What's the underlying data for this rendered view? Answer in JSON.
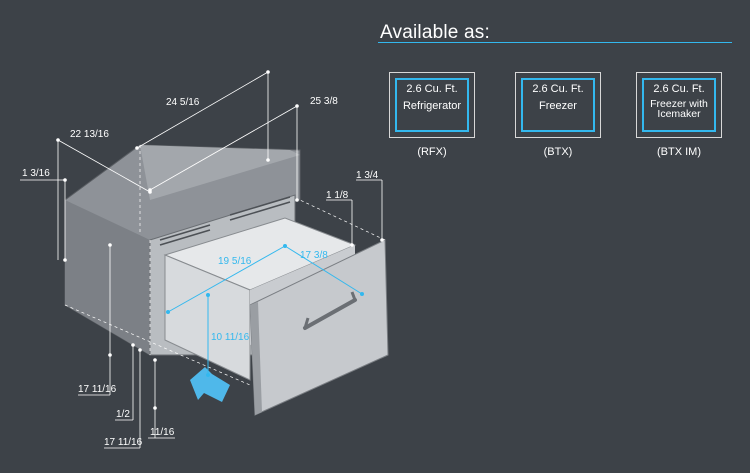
{
  "available_title": "Available as:",
  "models": [
    {
      "size": "2.6 Cu. Ft.",
      "type": "Refrigerator",
      "code": "(RFX)"
    },
    {
      "size": "2.6 Cu. Ft.",
      "type": "Freezer",
      "code": "(BTX)"
    },
    {
      "size": "2.6 Cu. Ft.",
      "type": "Freezer with Icemaker",
      "code": "(BTX IM)"
    }
  ],
  "dimensions": {
    "depth_total": "24 5/16",
    "width_total": "25 3/8",
    "cabinet_depth": "22 13/16",
    "top_offset": "1 3/16",
    "front_offset": "1 1/8",
    "handle_offset": "1 3/4",
    "inner_depth": "19 5/16",
    "inner_width": "17 3/8",
    "inner_height": "10 11/16",
    "height_left": "17 11/16",
    "bottom_offset": "1/2",
    "height_bottom": "17 11/16",
    "panel_thickness": "11/16"
  },
  "colors": {
    "background": "#3d4248",
    "accent": "#33b8ee",
    "text": "#ffffff"
  }
}
